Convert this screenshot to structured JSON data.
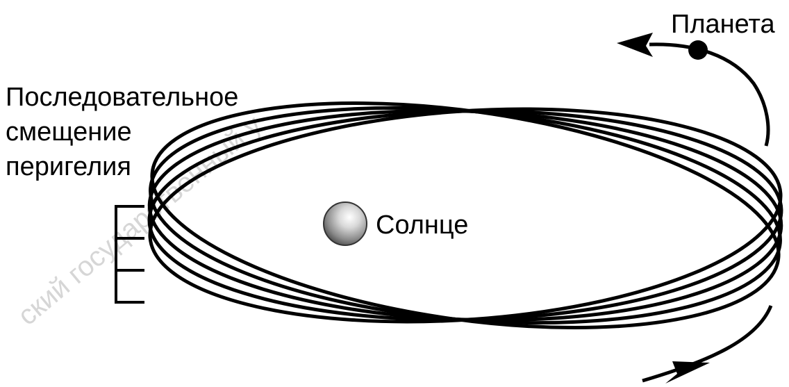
{
  "labels": {
    "planet": "Планета",
    "perihelion_line1": "Последовательное",
    "perihelion_line2": "смещение",
    "perihelion_line3": "перигелия",
    "sun": "Солнце"
  },
  "watermark": {
    "line1": "ский государственный у"
  },
  "colors": {
    "line": "#000000",
    "background": "#ffffff",
    "sun_highlight": "#ffffff",
    "sun_shadow": "#555555",
    "watermark": "#c9c9c9"
  },
  "icons": {
    "sun": "sun-sphere-icon",
    "planet": "planet-dot-icon",
    "arrow": "arrowhead-icon"
  }
}
